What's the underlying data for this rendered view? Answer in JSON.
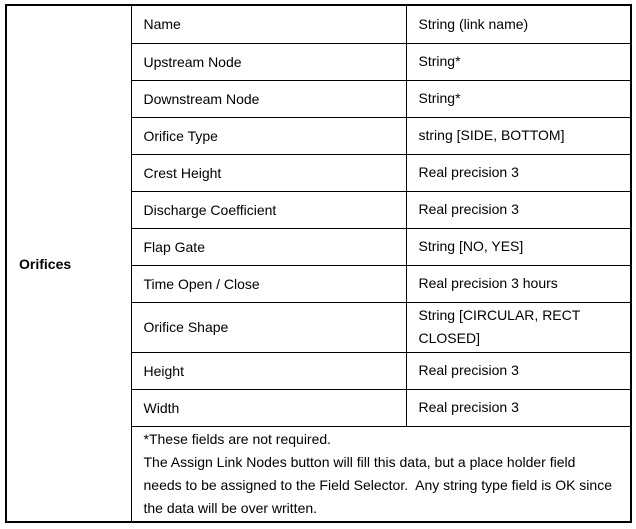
{
  "colors": {
    "border": "#000000",
    "text": "#000000",
    "background": "#ffffff"
  },
  "table": {
    "category_label": "Orifices",
    "rows": [
      {
        "field": "Name",
        "type": "String (link name)"
      },
      {
        "field": "Upstream Node",
        "type": "String*"
      },
      {
        "field": "Downstream Node",
        "type": "String*"
      },
      {
        "field": "Orifice Type",
        "type": "string [SIDE, BOTTOM]"
      },
      {
        "field": "Crest Height",
        "type": "Real precision 3"
      },
      {
        "field": "Discharge Coefficient",
        "type": "Real precision 3"
      },
      {
        "field": "Flap Gate",
        "type": "String [NO, YES]"
      },
      {
        "field": "Time Open / Close",
        "type": "Real precision 3 hours"
      },
      {
        "field": "Orifice Shape",
        "type": "String [CIRCULAR, RECT CLOSED]"
      },
      {
        "field": "Height",
        "type": "Real precision 3"
      },
      {
        "field": "Width",
        "type": "Real precision 3"
      }
    ],
    "footnote_lines": [
      "*These fields are not required.",
      "The Assign Link Nodes button will fill this data, but a place holder field",
      "needs to be assigned to the Field Selector.  Any string type field is OK since",
      "the data will be over written."
    ],
    "footnote_full_text": "*These fields are not required. The Assign Link Nodes button will fill this data, but a place holder field needs to be assigned to the Field Selector.  Any string type field is OK since the data will be over written."
  }
}
